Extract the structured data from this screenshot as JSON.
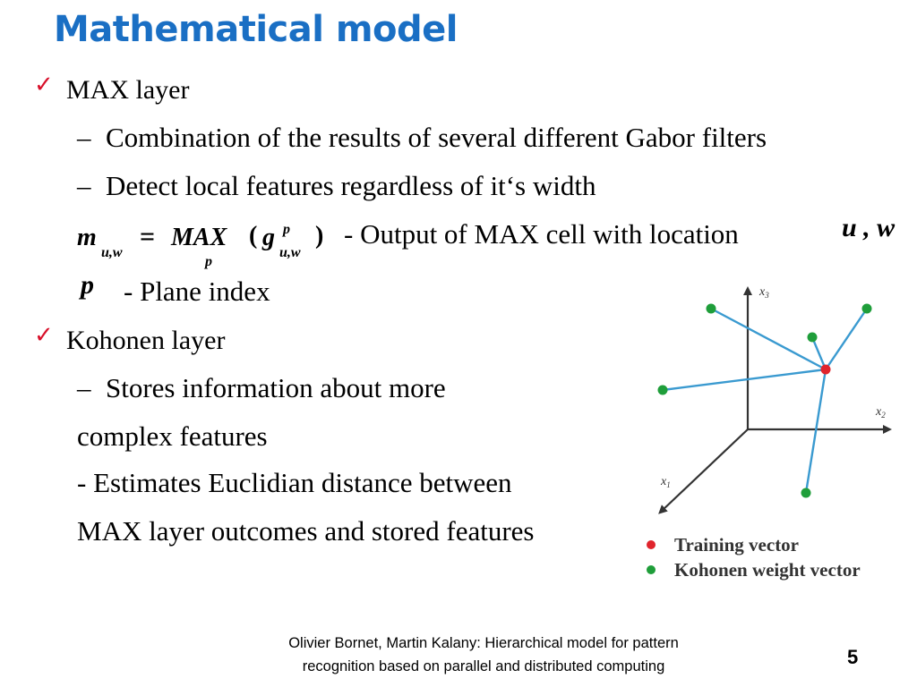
{
  "title": "Mathematical model",
  "check_glyph": "✓",
  "dash_glyph": "–",
  "bullets": {
    "max": {
      "label": "MAX layer",
      "sub1": "Combination of the results of several different Gabor filters",
      "sub2": "Detect local features regardless of it‘s width"
    },
    "formula": {
      "m": "m",
      "m_sub": "u,w",
      "equals": "=",
      "max": "MAX",
      "under": "p",
      "open": "(",
      "g": "g",
      "g_sup": "p",
      "g_sub": "u,w",
      "close": ")",
      "desc": "- Output  of MAX cell with location",
      "loc": "u , w"
    },
    "plane": {
      "sym": "p",
      "desc": "- Plane index"
    },
    "kohonen": {
      "label": "Kohonen layer",
      "sub1a": "Stores information about more",
      "sub1b": "complex features",
      "sub2a": "- Estimates Euclidian distance between",
      "sub2b": "MAX layer outcomes and stored features"
    }
  },
  "diagram": {
    "axis_x3": "x",
    "axis_x3_sub": "3",
    "axis_x2": "x",
    "axis_x2_sub": "2",
    "axis_x1": "x",
    "axis_x1_sub": "1",
    "legend_training": "Training vector",
    "legend_kohonen": "Kohonen weight vector",
    "colors": {
      "training": "#e0242c",
      "kohonen": "#1f9e3a",
      "line": "#3a9ad0",
      "axis": "#333333"
    }
  },
  "footer": {
    "line1": "Olivier Bornet, Martin Kalany: Hierarchical model for pattern",
    "line2": "recognition based on parallel and distributed computing"
  },
  "page_number": "5"
}
